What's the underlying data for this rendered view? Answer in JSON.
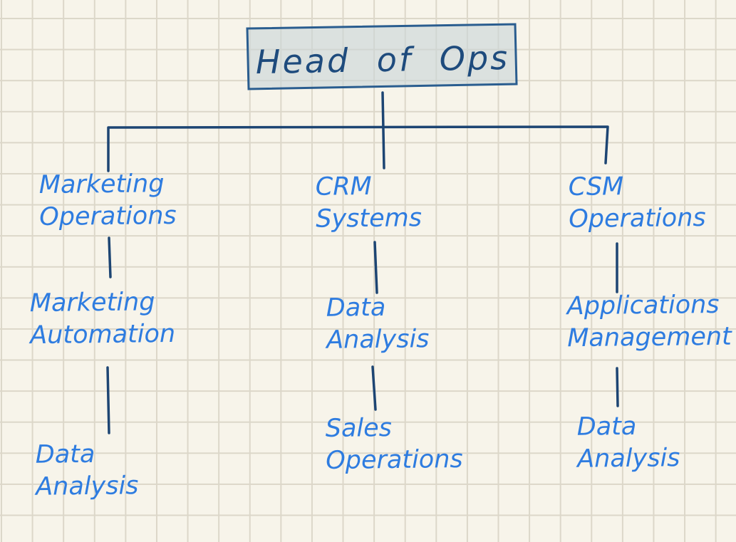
{
  "page": {
    "background_color": "#f7f4ea",
    "grid_color": "#dcd7c9"
  },
  "colors": {
    "dark_ink": "#1e4b7d",
    "connector_ink": "#1d4573",
    "handwriting_blue": "#2e7ce0",
    "root_box_fill": "#d8e0e2",
    "root_box_border": "#2a5d8f"
  },
  "tree": {
    "root": "Head of Ops",
    "branches": [
      {
        "name": "Marketing\nOperations",
        "children": [
          "Marketing\nAutomation",
          "Data\nAnalysis"
        ]
      },
      {
        "name": "CRM\nSystems",
        "children": [
          "Data\nAnalysis",
          "Sales\nOperations"
        ]
      },
      {
        "name": "CSM\nOperations",
        "children": [
          "Applications\nManagement",
          "Data\nAnalysis"
        ]
      }
    ]
  }
}
